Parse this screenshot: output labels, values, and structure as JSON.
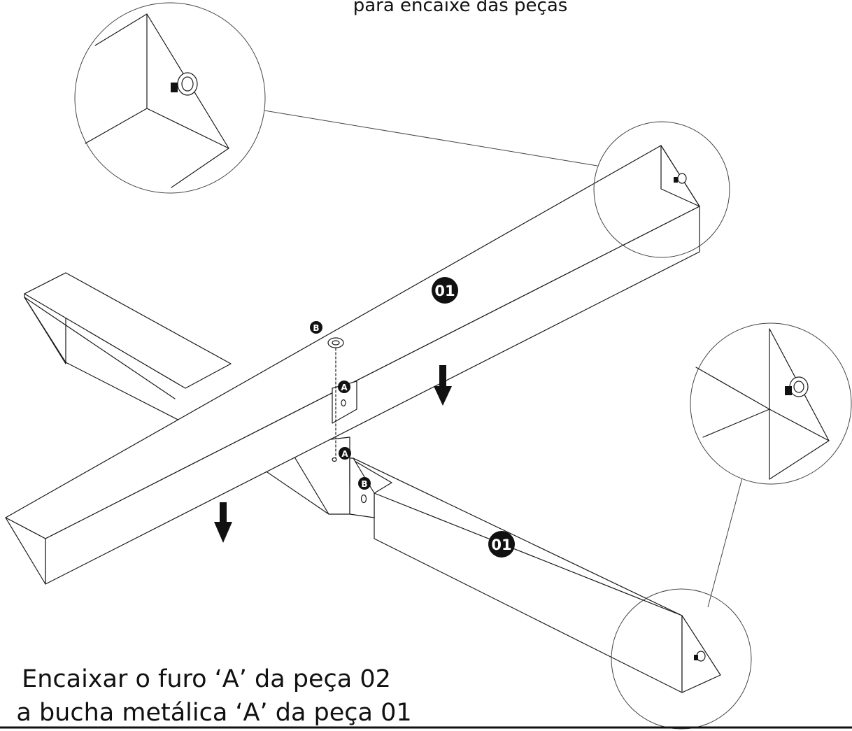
{
  "caption_top": "para encaixe das peças",
  "caption_bottom": {
    "line1": "Encaixar o furo ‘A’ da peça 02",
    "line2": "a bucha metálica ‘A’ da peça 01"
  },
  "part_labels": {
    "upper_beam": "01",
    "lower_beam": "01"
  },
  "hole_labels": {
    "b_top": "B",
    "a_upper": "A",
    "a_lower": "A",
    "b_lower": "B"
  },
  "colors": {
    "line": "#1a1a1a",
    "badge": "#111111",
    "background": "#ffffff"
  },
  "icons": [
    "arrow-down-icon",
    "threaded-bushing-icon"
  ]
}
